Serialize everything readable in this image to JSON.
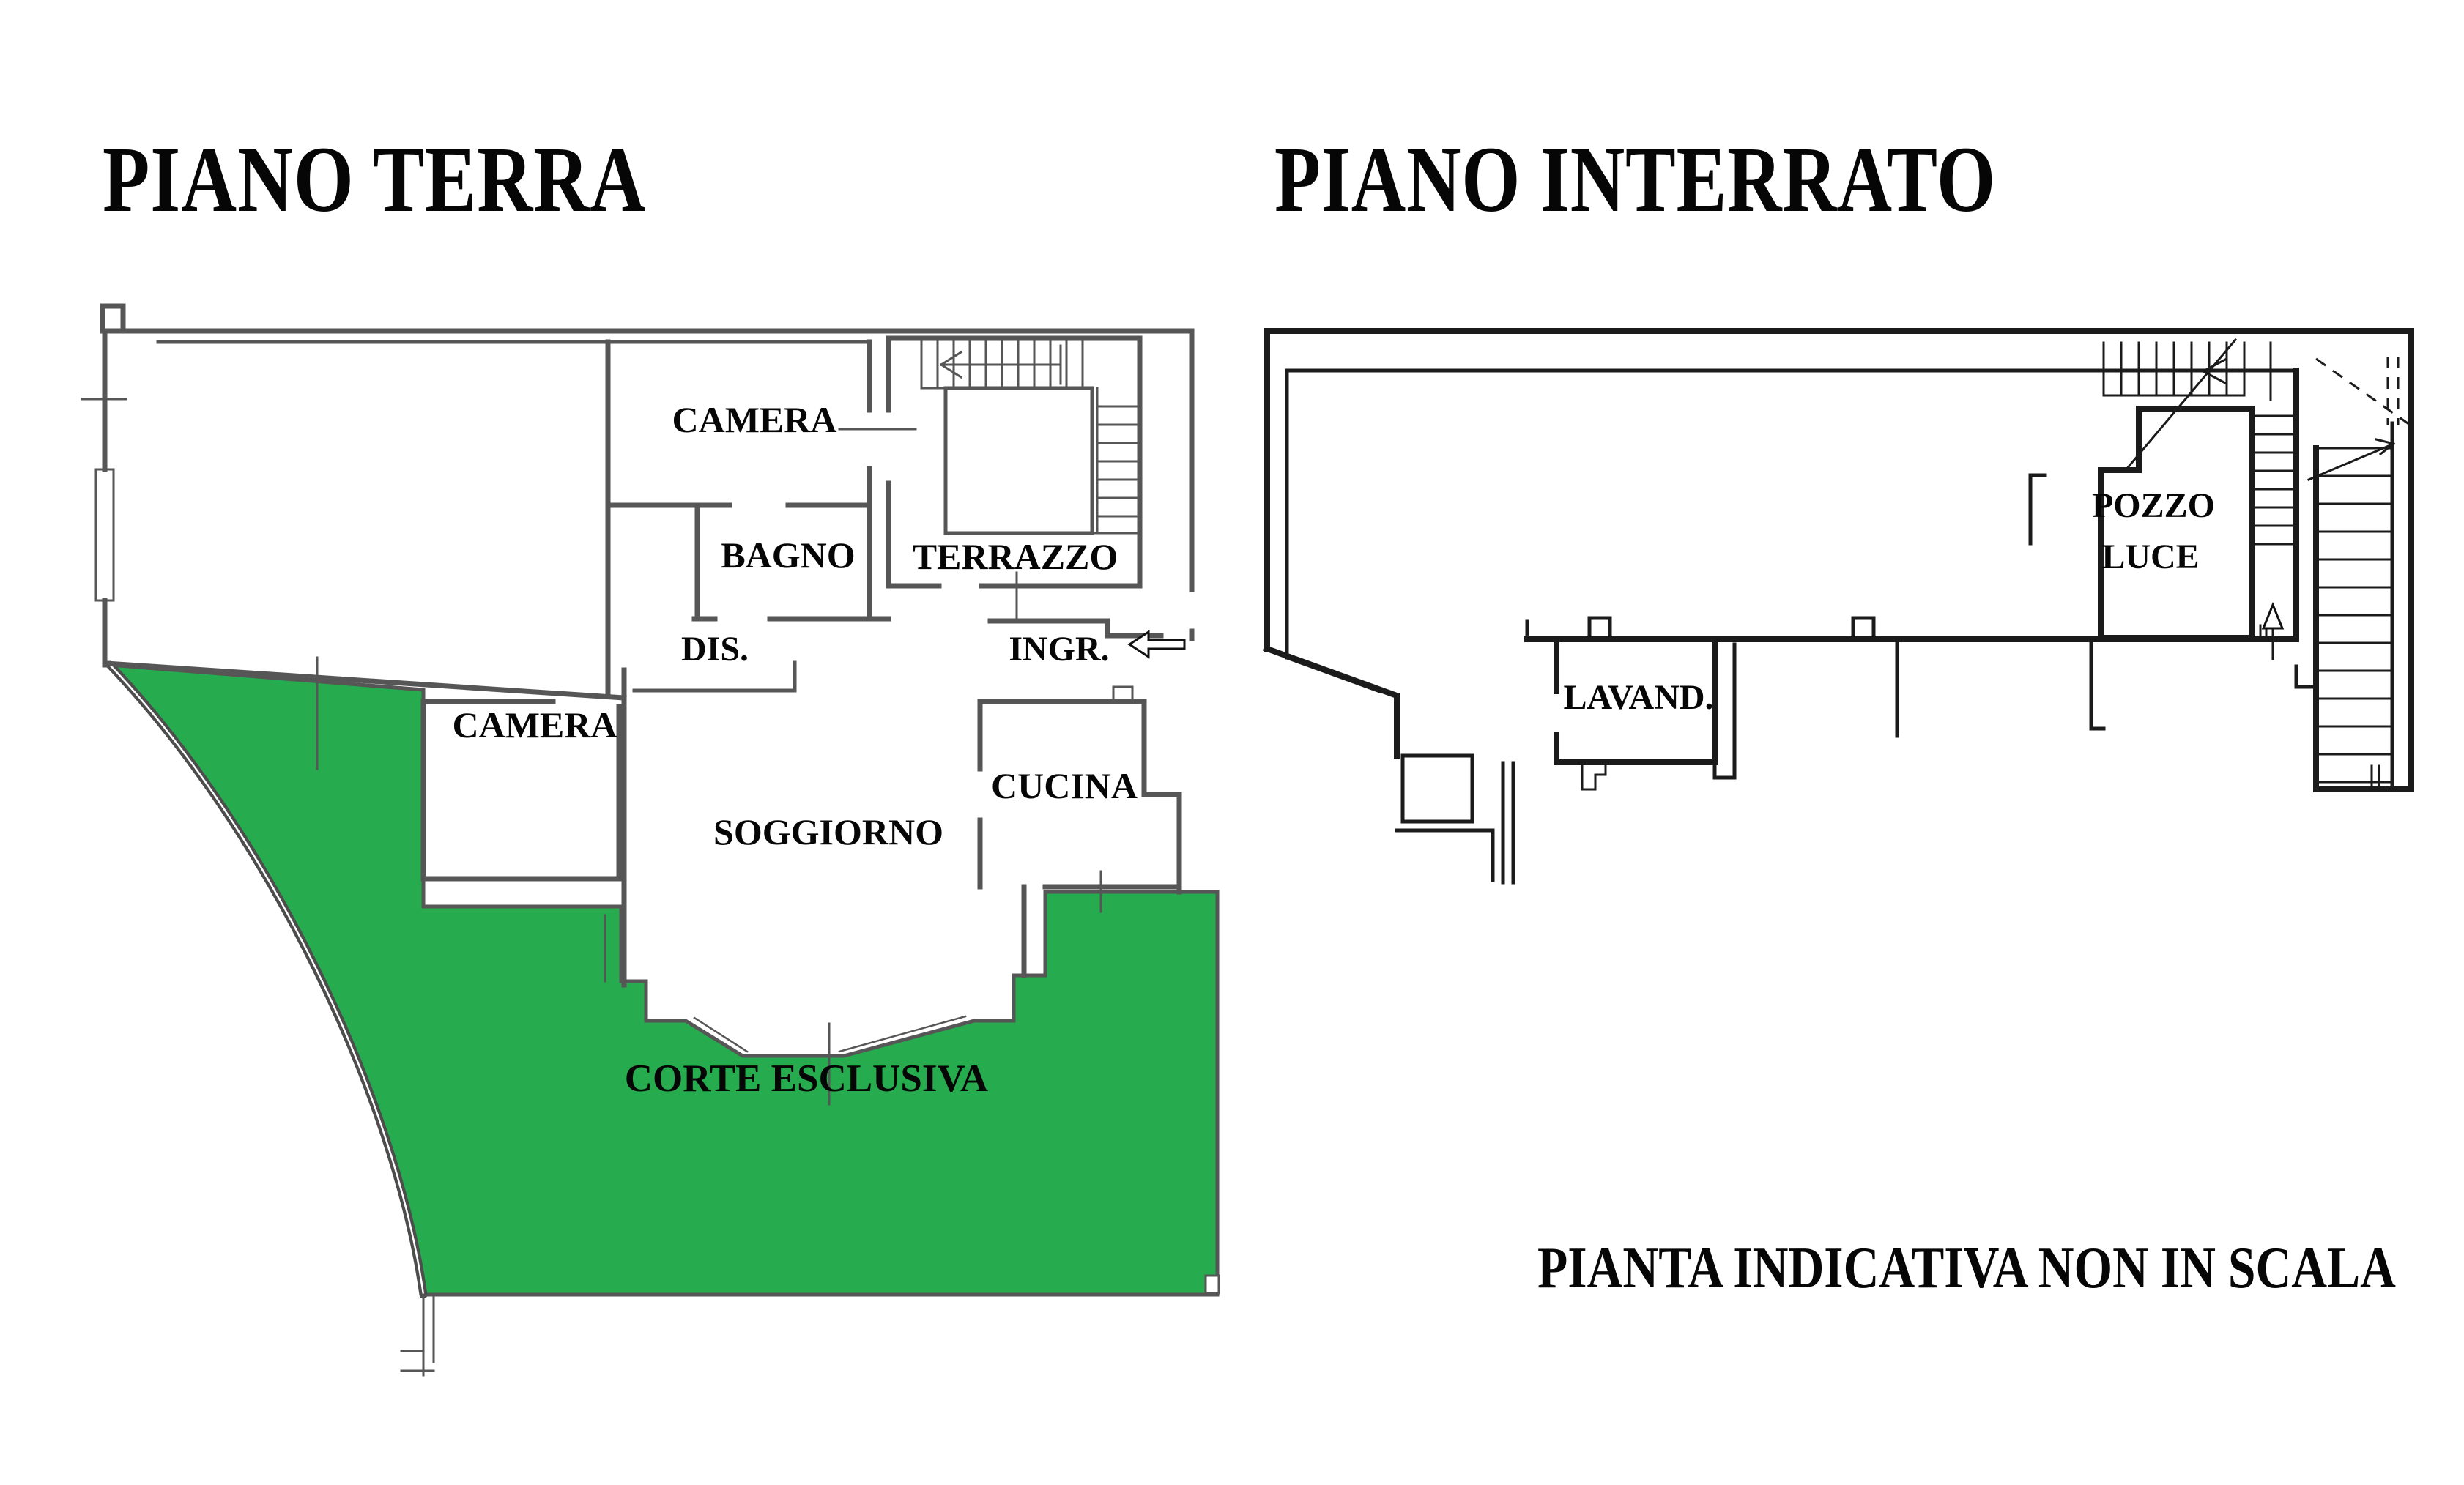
{
  "ground_floor": {
    "title": "PIANO TERRA",
    "rooms": {
      "camera_top": "CAMERA",
      "bagno": "BAGNO",
      "terrazzo": "TERRAZZO",
      "dis": "DIS.",
      "ingr": "INGR.",
      "camera_left": "CAMERA",
      "soggiorno": "SOGGIORNO",
      "cucina": "CUCINA",
      "courtyard": "CORTE ESCLUSIVA"
    }
  },
  "basement": {
    "title": "PIANO INTERRATO",
    "rooms": {
      "lavanderia": "LAVAND.",
      "pozzo_luce_line1": "POZZO",
      "pozzo_luce_line2": "LUCE"
    }
  },
  "footer": {
    "disclaimer": "PIANTA INDICATIVA NON IN SCALA"
  },
  "colors": {
    "courtyard_green": "#26ab4f",
    "ground_wall_gray": "#565656",
    "basement_wall_black": "#1b1b1b"
  }
}
